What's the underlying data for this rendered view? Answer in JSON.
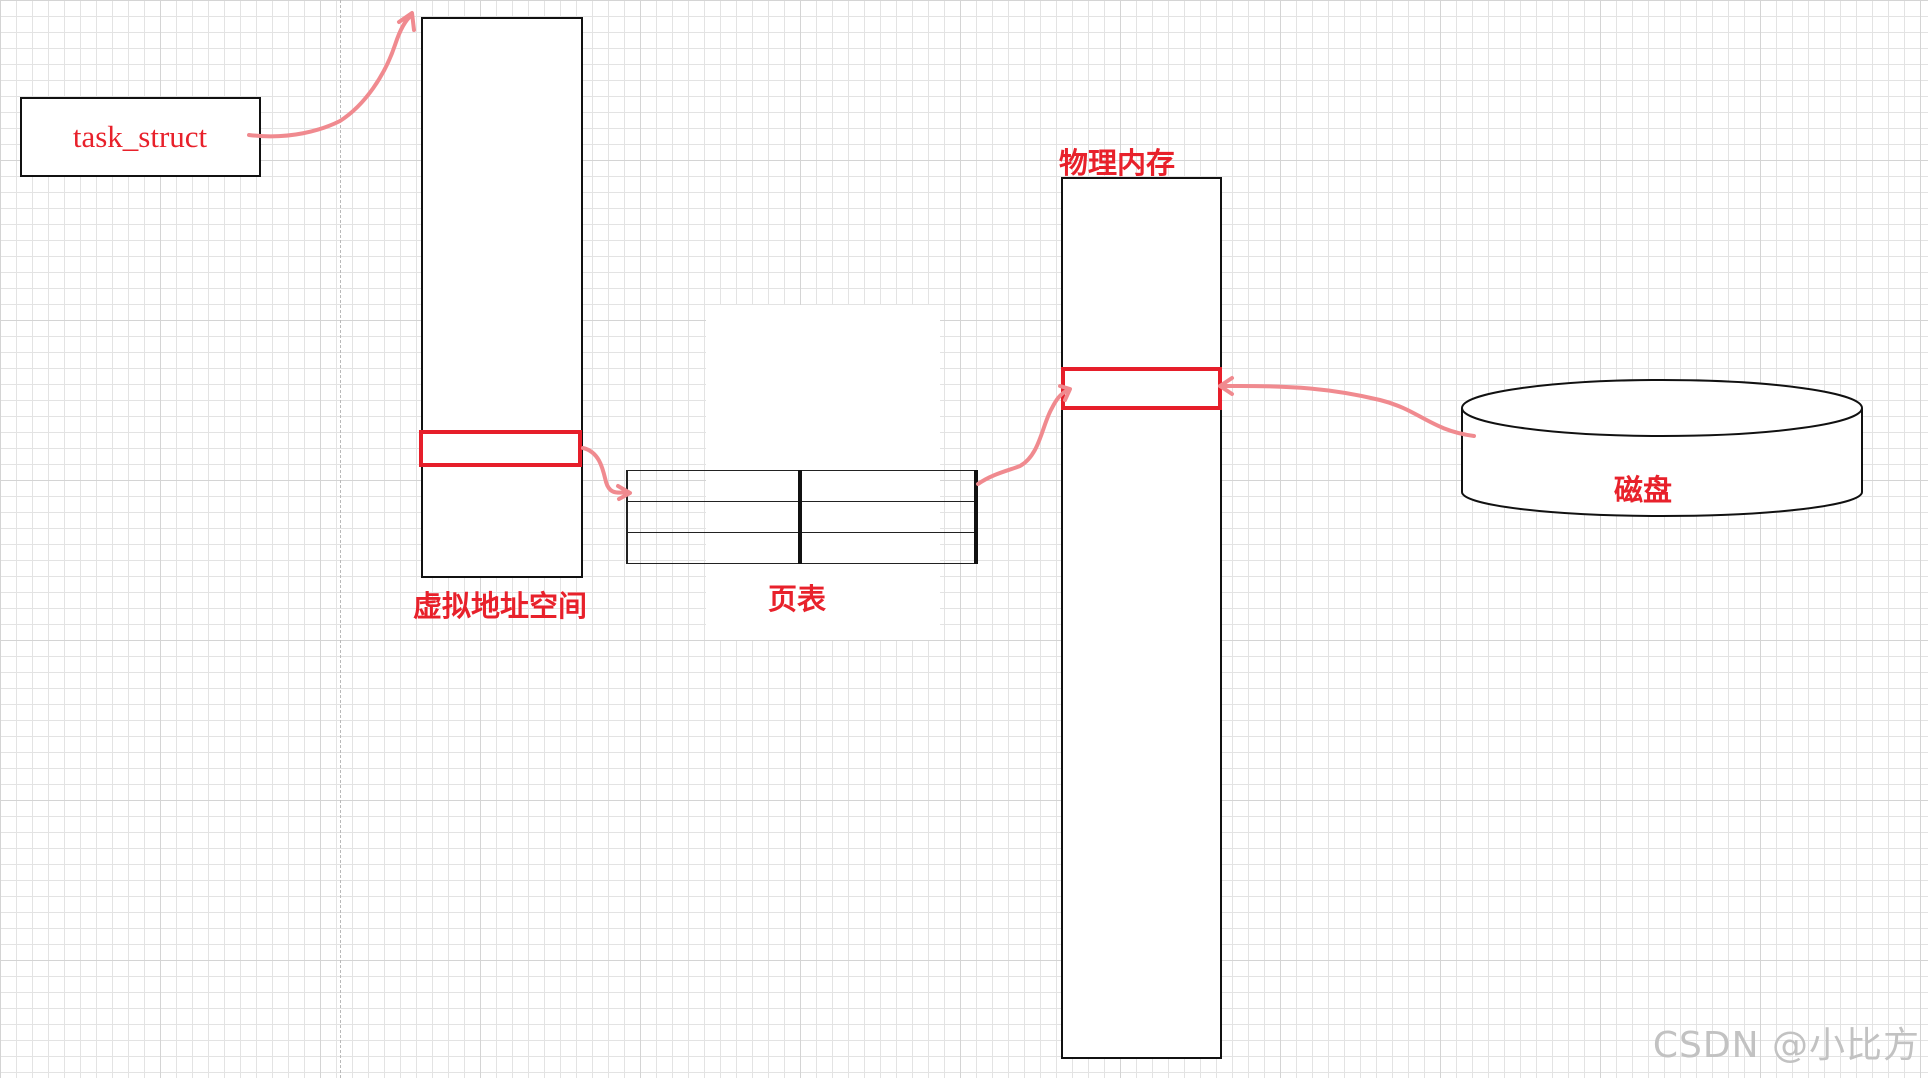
{
  "labels": {
    "task_struct": "task_struct",
    "virtual_address_space": "虚拟地址空间",
    "page_table": "页表",
    "physical_memory": "物理内存",
    "disk": "磁盘"
  },
  "watermark": "CSDN @小比方",
  "colors": {
    "accent_red": "#e8212b",
    "arrow_pink": "#f08a8f",
    "grid_line": "#e3e3e3",
    "box_border": "#111111"
  }
}
